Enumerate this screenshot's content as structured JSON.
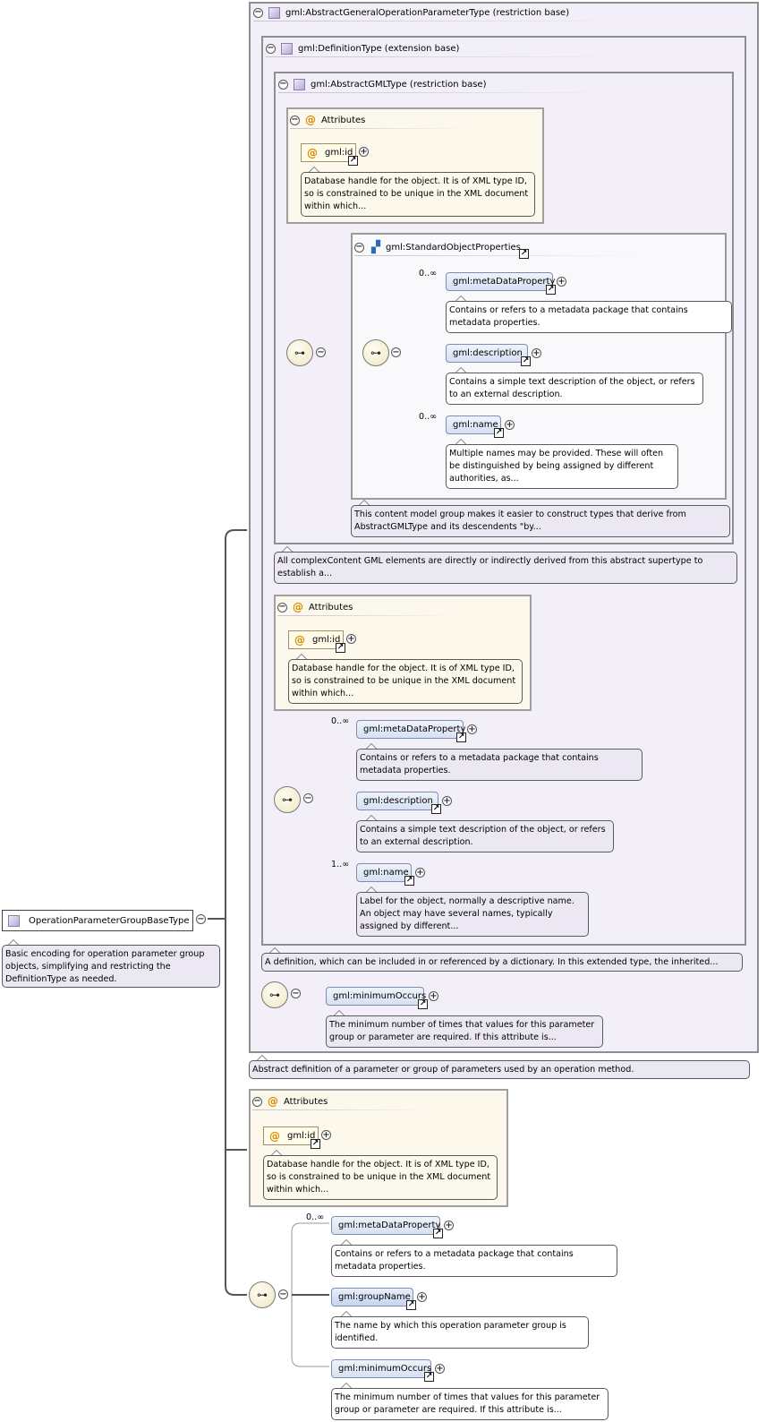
{
  "root": {
    "name": "OperationParameterGroupBaseType",
    "doc": "Basic encoding for operation parameter group objects, simplifying and restricting the DefinitionType as needed."
  },
  "base_general": {
    "title": "gml:AbstractGeneralOperationParameterType (restriction base)",
    "doc": "Abstract definition of a parameter or group of parameters used by an operation method."
  },
  "definition": {
    "title": "gml:DefinitionType (extension base)",
    "doc": "A definition, which can be included in or referenced by a dictionary. In this extended type, the inherited..."
  },
  "abstract_gml": {
    "title": "gml:AbstractGMLType (restriction base)",
    "doc": "All complexContent GML elements are directly or indirectly derived from this abstract supertype to establish a..."
  },
  "attributes_title": "Attributes",
  "gml_id": {
    "name": "gml:id",
    "doc": "Database handle for the object. It is of XML type ID, so is constrained to be unique in the XML document within which..."
  },
  "std_props": {
    "title": "gml:StandardObjectProperties",
    "doc": "This content model group makes it easier to construct types that derive from AbstractGMLType and its descendents \"by..."
  },
  "elements": {
    "metaDataProperty": {
      "name": "gml:metaDataProperty",
      "doc": "Contains or refers to a metadata package that contains metadata properties."
    },
    "description": {
      "name": "gml:description",
      "doc": "Contains a simple text description of the object, or refers to an external description."
    },
    "name_std": {
      "name": "gml:name",
      "doc": "Multiple names may be provided. These will often be distinguished by being assigned by different authorities, as..."
    },
    "name_def": {
      "name": "gml:name",
      "doc": "Label for the object, normally a descriptive name. An object may have several names, typically assigned by different..."
    },
    "minimumOccurs": {
      "name": "gml:minimumOccurs",
      "doc": "The minimum number of times that values for this parameter group or parameter are required. If this attribute is..."
    },
    "groupName": {
      "name": "gml:groupName",
      "doc": "The name by which this operation parameter group is identified."
    }
  },
  "multiplicity": {
    "zero_many": "0..∞",
    "one_many": "1..∞"
  },
  "glyphs": {
    "collapse": "−",
    "expand": "+",
    "link": "↗",
    "attr": "@",
    "sequence": "⊶"
  },
  "colors": {
    "type_fill": "#f2eff9",
    "attr_fill": "#fdf8ec",
    "element_fill": "#d6e1f2",
    "attr_marker": "#d98a00"
  }
}
